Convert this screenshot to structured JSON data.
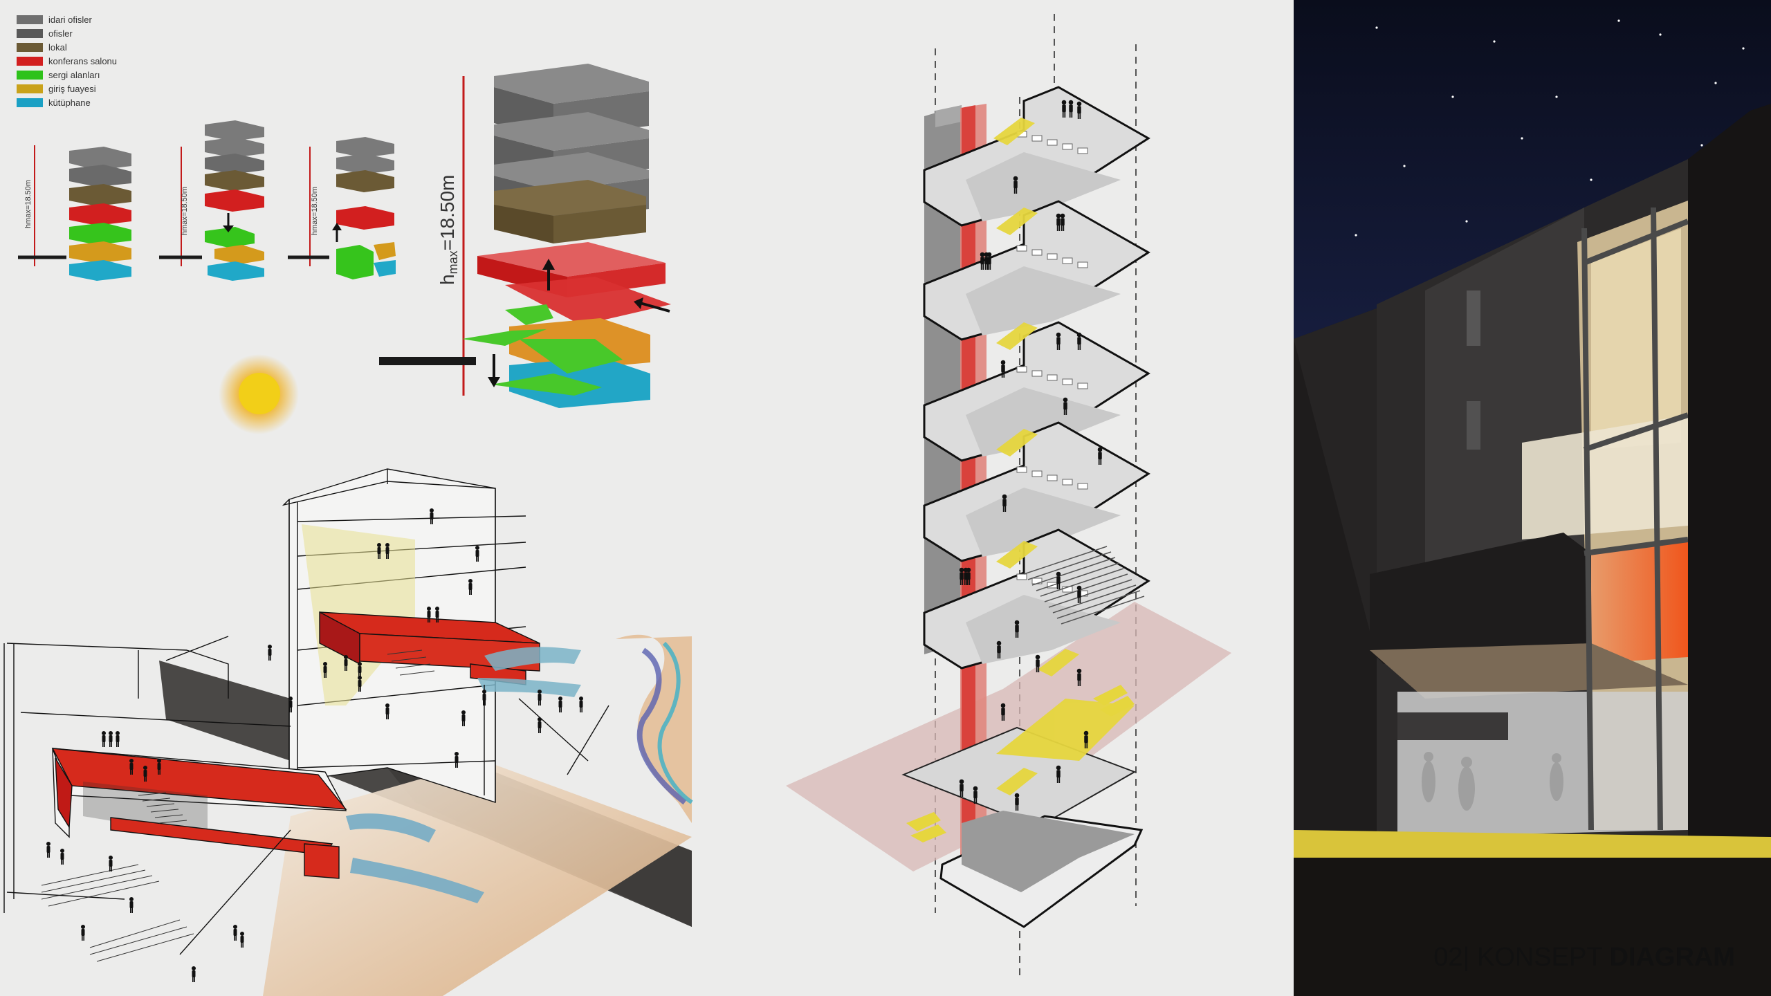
{
  "legend": {
    "items": [
      {
        "label": "idari ofisler",
        "color": "#6f6f6f"
      },
      {
        "label": "ofisler",
        "color": "#585858"
      },
      {
        "label": "lokal",
        "color": "#6b5a35"
      },
      {
        "label": "konferans salonu",
        "color": "#d21f1f"
      },
      {
        "label": "sergi  alanları",
        "color": "#2ec21a"
      },
      {
        "label": "giriş fuayesi",
        "color": "#c9a21a"
      },
      {
        "label": "kütüphane",
        "color": "#1aa0c4"
      }
    ]
  },
  "diagrams": {
    "small_height_label": "hmax=18.50m",
    "big_height_h": "h",
    "big_height_sub": "max",
    "big_height_value": "=18.50m"
  },
  "title": {
    "prefix": "02| KONSEPT ",
    "bold": "DIAGRAM"
  },
  "colors": {
    "red": "#d62a1c",
    "yellow": "#e8d84a",
    "green": "#43c42a",
    "cyan": "#25a8c8",
    "orange": "#d99425"
  }
}
